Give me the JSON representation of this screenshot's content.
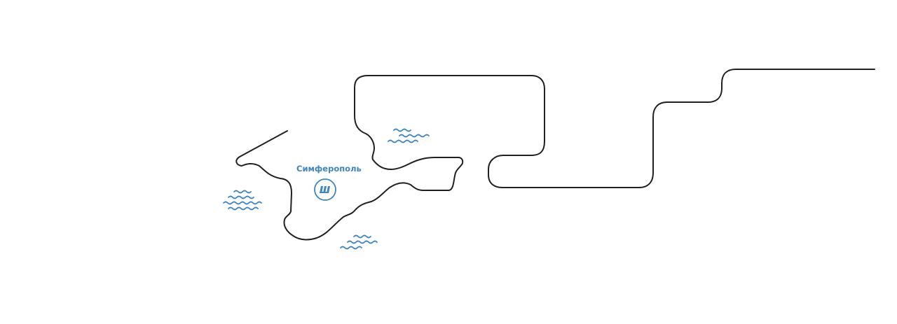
{
  "map": {
    "accent_color": "#3d86c0",
    "line_color": "#1f1f24",
    "background_color": "#ffffff",
    "city": {
      "label": "Симферополь",
      "icon": "city-logo-icon"
    },
    "sea_icons": [
      "waves-icon-west",
      "waves-icon-north",
      "waves-icon-south"
    ]
  }
}
